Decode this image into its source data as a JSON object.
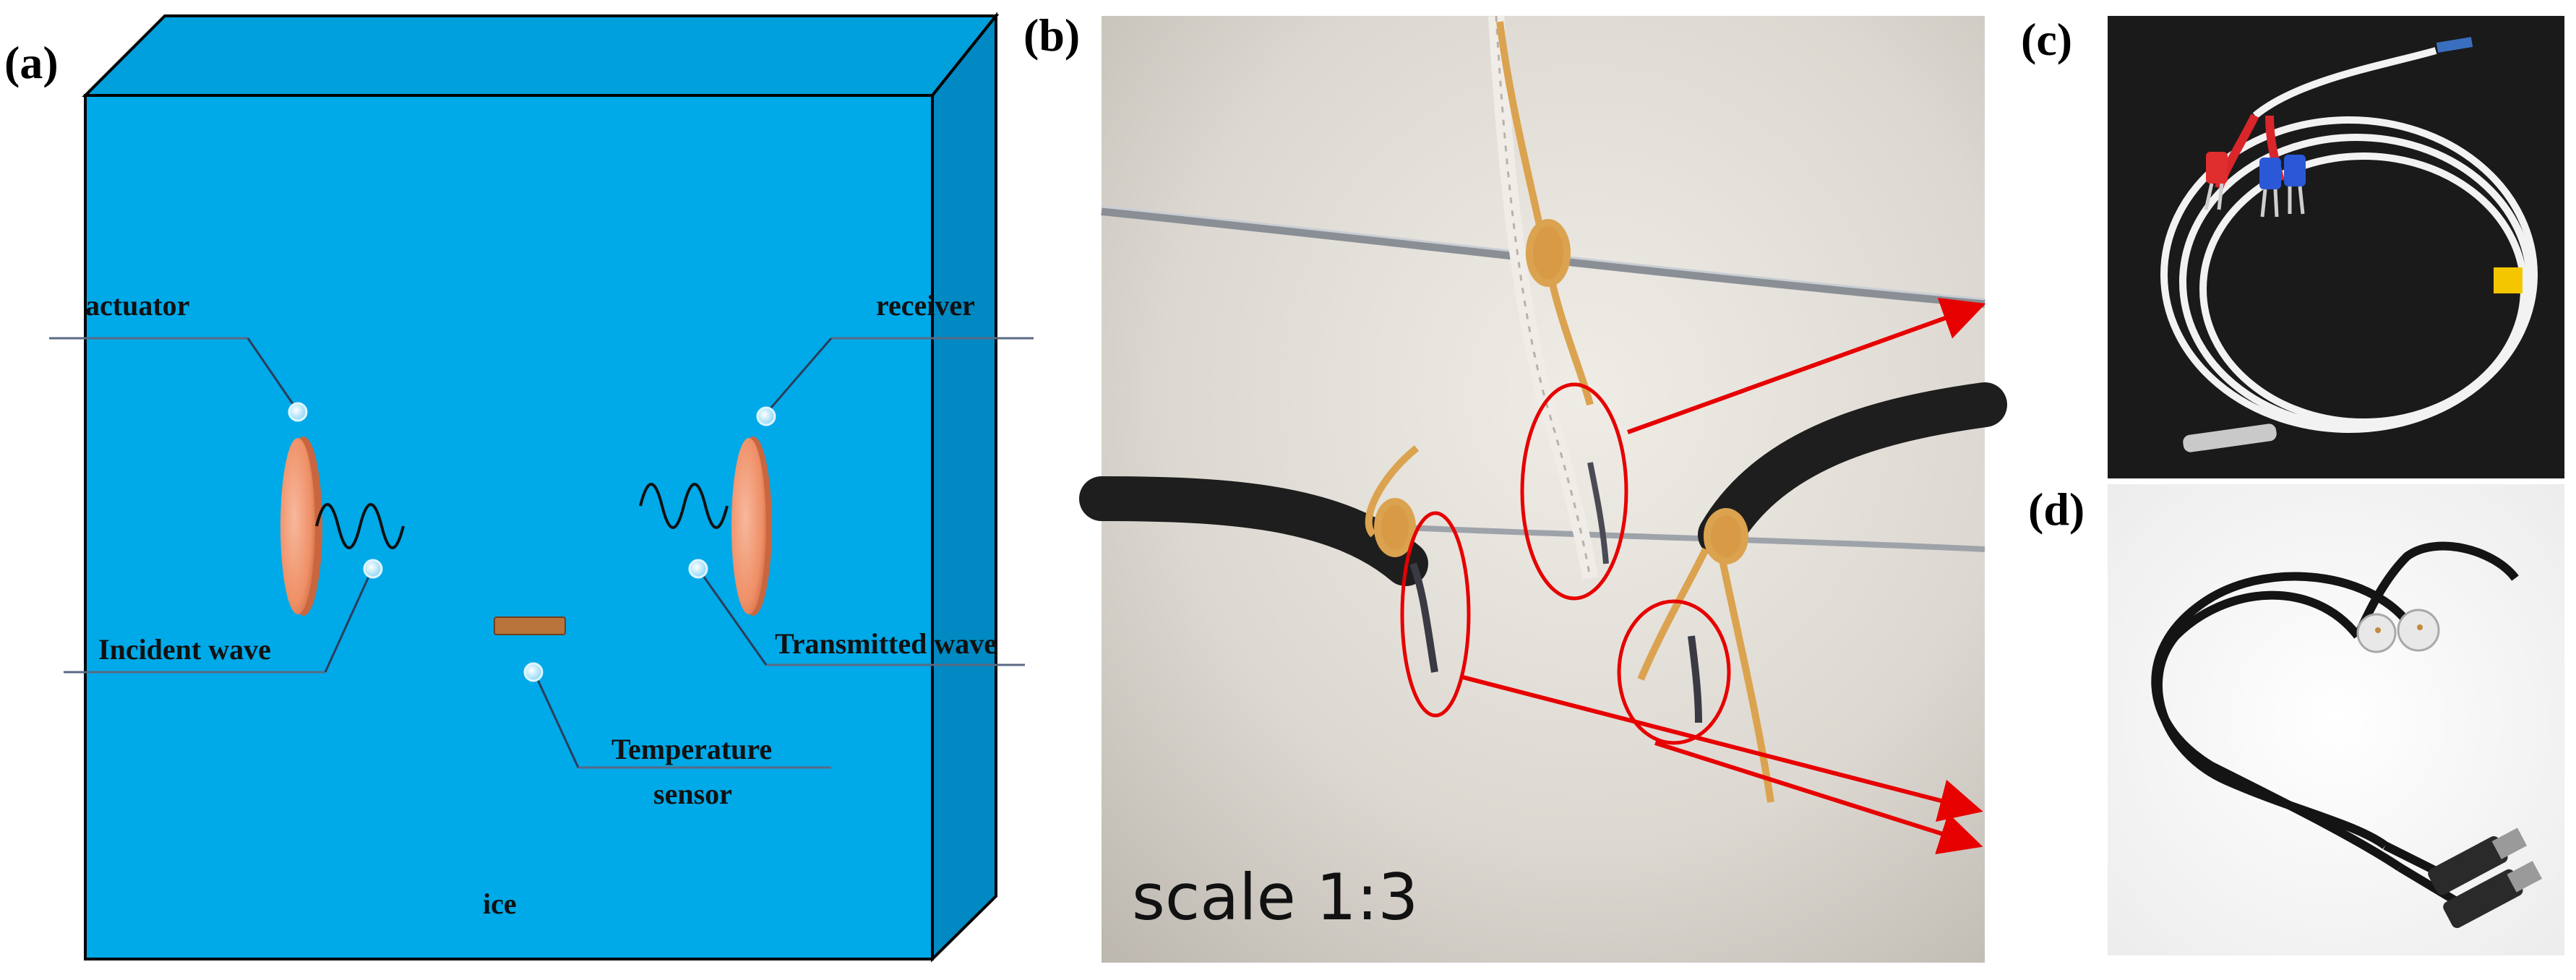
{
  "panels": {
    "a": {
      "label": "(a)"
    },
    "b": {
      "label": "(b)"
    },
    "c": {
      "label": "(c)"
    },
    "d": {
      "label": "(d)"
    }
  },
  "diagram_a": {
    "labels": {
      "actuator": "actuator",
      "receiver": "receiver",
      "incident_wave": "Incident wave",
      "transmitted_wave": "Transmitted wave",
      "temperature_line1": "Temperature",
      "temperature_line2": "sensor",
      "ice": "ice"
    },
    "colors": {
      "ice_front": "#00a9e8",
      "ice_top": "#00a0dd",
      "ice_side": "#0089c2",
      "piezo": "#f29c7a",
      "sensor": "#b8743a"
    }
  },
  "photo_b": {
    "scale_text": "scale 1:3",
    "highlight_color": "#e60000"
  }
}
